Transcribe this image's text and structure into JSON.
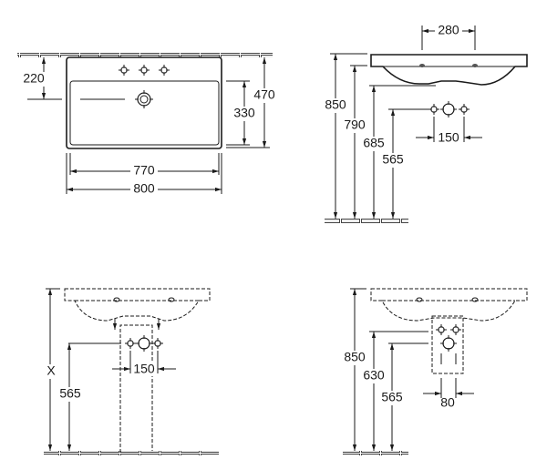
{
  "views": {
    "top_view": {
      "dim_tap_to_drain": "220",
      "dim_depth": "470",
      "dim_bowl_depth": "330",
      "dim_bowl_width": "770",
      "dim_width": "800"
    },
    "side_view": {
      "dim_hole_spacing": "280",
      "dim_rim_height": "850",
      "dim_overflow_height": "790",
      "dim_bowl_bottom_height": "685",
      "dim_outlet_height": "565",
      "dim_supply_spacing": "150"
    },
    "front_pedestal_view": {
      "dim_variable_height": "X",
      "dim_outlet_height": "565",
      "dim_supply_spacing": "150"
    },
    "front_siphon_view": {
      "dim_rim_height": "850",
      "dim_supply_height": "630",
      "dim_outlet_height": "565",
      "dim_supply_spacing": "80"
    }
  }
}
